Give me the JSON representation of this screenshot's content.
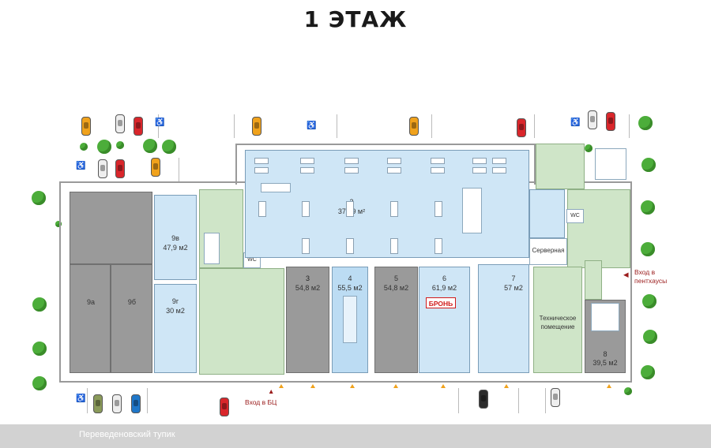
{
  "title": "1 ЭТАЖ",
  "street": "Переведеновский тупик",
  "rooms": [
    {
      "id": "2",
      "area": "372,9 м²"
    },
    {
      "id": "3",
      "area": "54,8 м2"
    },
    {
      "id": "4",
      "area": "55,5 м2"
    },
    {
      "id": "5",
      "area": "54,8 м2"
    },
    {
      "id": "6",
      "area": "61,9 м2"
    },
    {
      "id": "7",
      "area": "57 м2"
    },
    {
      "id": "8",
      "area": "39,5 м2"
    },
    {
      "id": "9а",
      "area": ""
    },
    {
      "id": "9б",
      "area": ""
    },
    {
      "id": "9в",
      "area": "47,9 м2"
    },
    {
      "id": "9г",
      "area": "30 м2"
    }
  ],
  "labels": {
    "server_room": "Серверная",
    "tech_room": "Техническое помещение",
    "wc": "WC",
    "reserved": "БРОНЬ",
    "entry_bc": "Вход в БЦ",
    "entry_penthouse": "Вход в пентхаусы"
  },
  "colors": {
    "available": "#cfe6f6",
    "leased": "#9a9a9a",
    "common": "#cfe5c8",
    "reserved_badge": "#d11b1b"
  },
  "icons": [
    "wheelchair-parking-icon",
    "car-icon",
    "tree-icon",
    "entry-arrow-icon",
    "entrance-triangle-icon"
  ]
}
